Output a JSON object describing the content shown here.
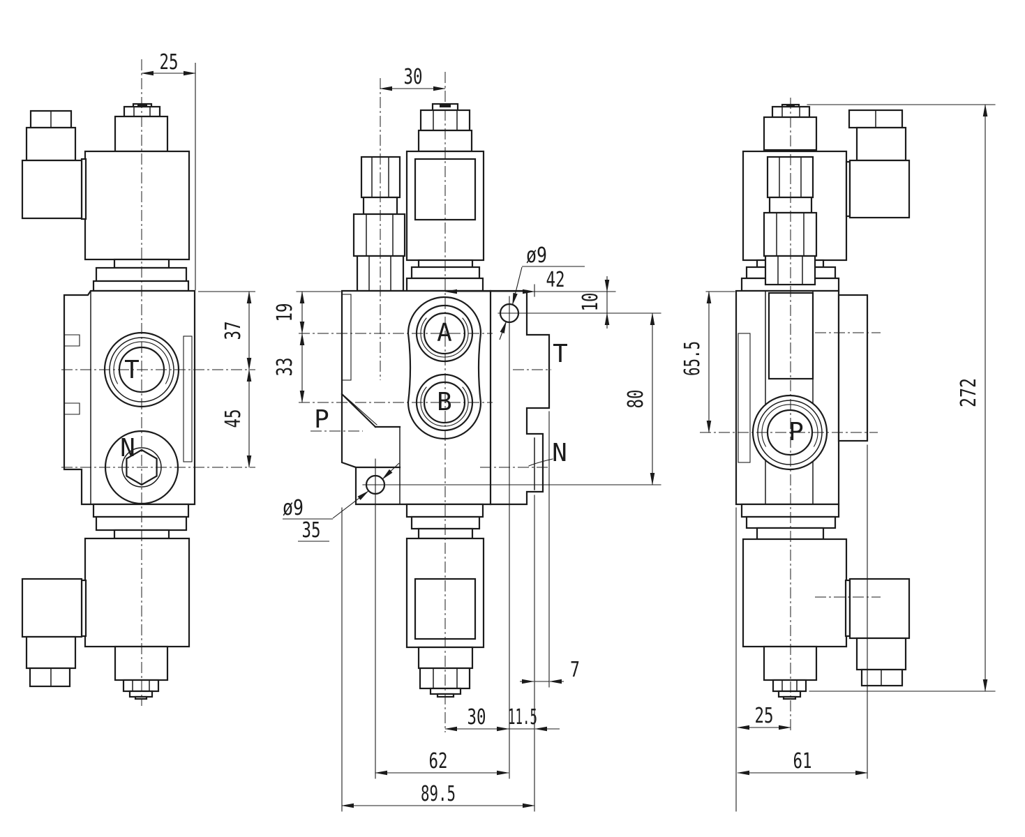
{
  "drawing": {
    "type": "technical-orthographic-drawing",
    "subject": "solenoid operated hydraulic directional valve",
    "background_color": "#ffffff",
    "line_color": "#1b1b1b",
    "views": {
      "left": {
        "name": "left side view",
        "ports": {
          "t": "T",
          "n": "N"
        },
        "dims": {
          "top_width": "25",
          "body_to_t": "37",
          "t_to_n": "45"
        }
      },
      "middle": {
        "name": "front view",
        "ports": {
          "a": "A",
          "b": "B",
          "p": "P",
          "t": "T",
          "n": "N"
        },
        "dims": {
          "top_offset": "30",
          "body_to_a": "19",
          "a_to_b": "33",
          "hole_top_dia": "ø9",
          "hole_top_pos": "42",
          "top_edge_to_hole": "10",
          "hole_to_hole": "80",
          "hole_bottom_dia": "ø9",
          "hole_bottom_pos": "35",
          "boss_step": "7",
          "center_to_hole": "30",
          "hole_to_face": "11.5",
          "hole_span": "62",
          "overall_width": "89.5"
        }
      },
      "right": {
        "name": "right side view",
        "ports": {
          "p": "P"
        },
        "dims": {
          "body_to_p": "65.5",
          "overall_height": "272",
          "center_offset": "25",
          "body_width": "61"
        }
      }
    }
  }
}
